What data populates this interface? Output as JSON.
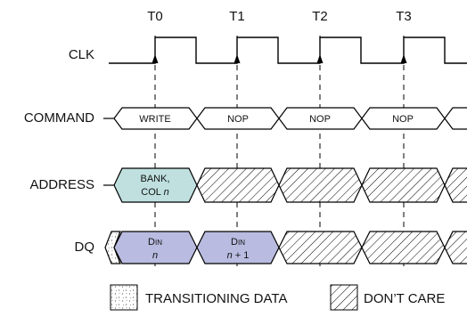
{
  "time_labels": [
    "T0",
    "T1",
    "T2",
    "T3"
  ],
  "signals": {
    "clk": "CLK",
    "command": "COMMAND",
    "address": "ADDRESS",
    "dq": "DQ"
  },
  "command_cells": [
    "WRITE",
    "NOP",
    "NOP",
    "NOP"
  ],
  "address_cell": {
    "line1": "BANK,",
    "line2_prefix": "COL ",
    "line2_var": "n"
  },
  "dq_cells": [
    {
      "base": "D",
      "sub": "IN",
      "line2": "n"
    },
    {
      "base": "D",
      "sub": "IN",
      "line2_var": "n",
      "line2_suffix": " + 1"
    }
  ],
  "legend": {
    "transitioning": "TRANSITIONING DATA",
    "dont_care": "DON’T CARE"
  },
  "colors": {
    "address_fill": "#bfe0df",
    "dq_fill": "#b9bbe0",
    "line": "#000000"
  }
}
